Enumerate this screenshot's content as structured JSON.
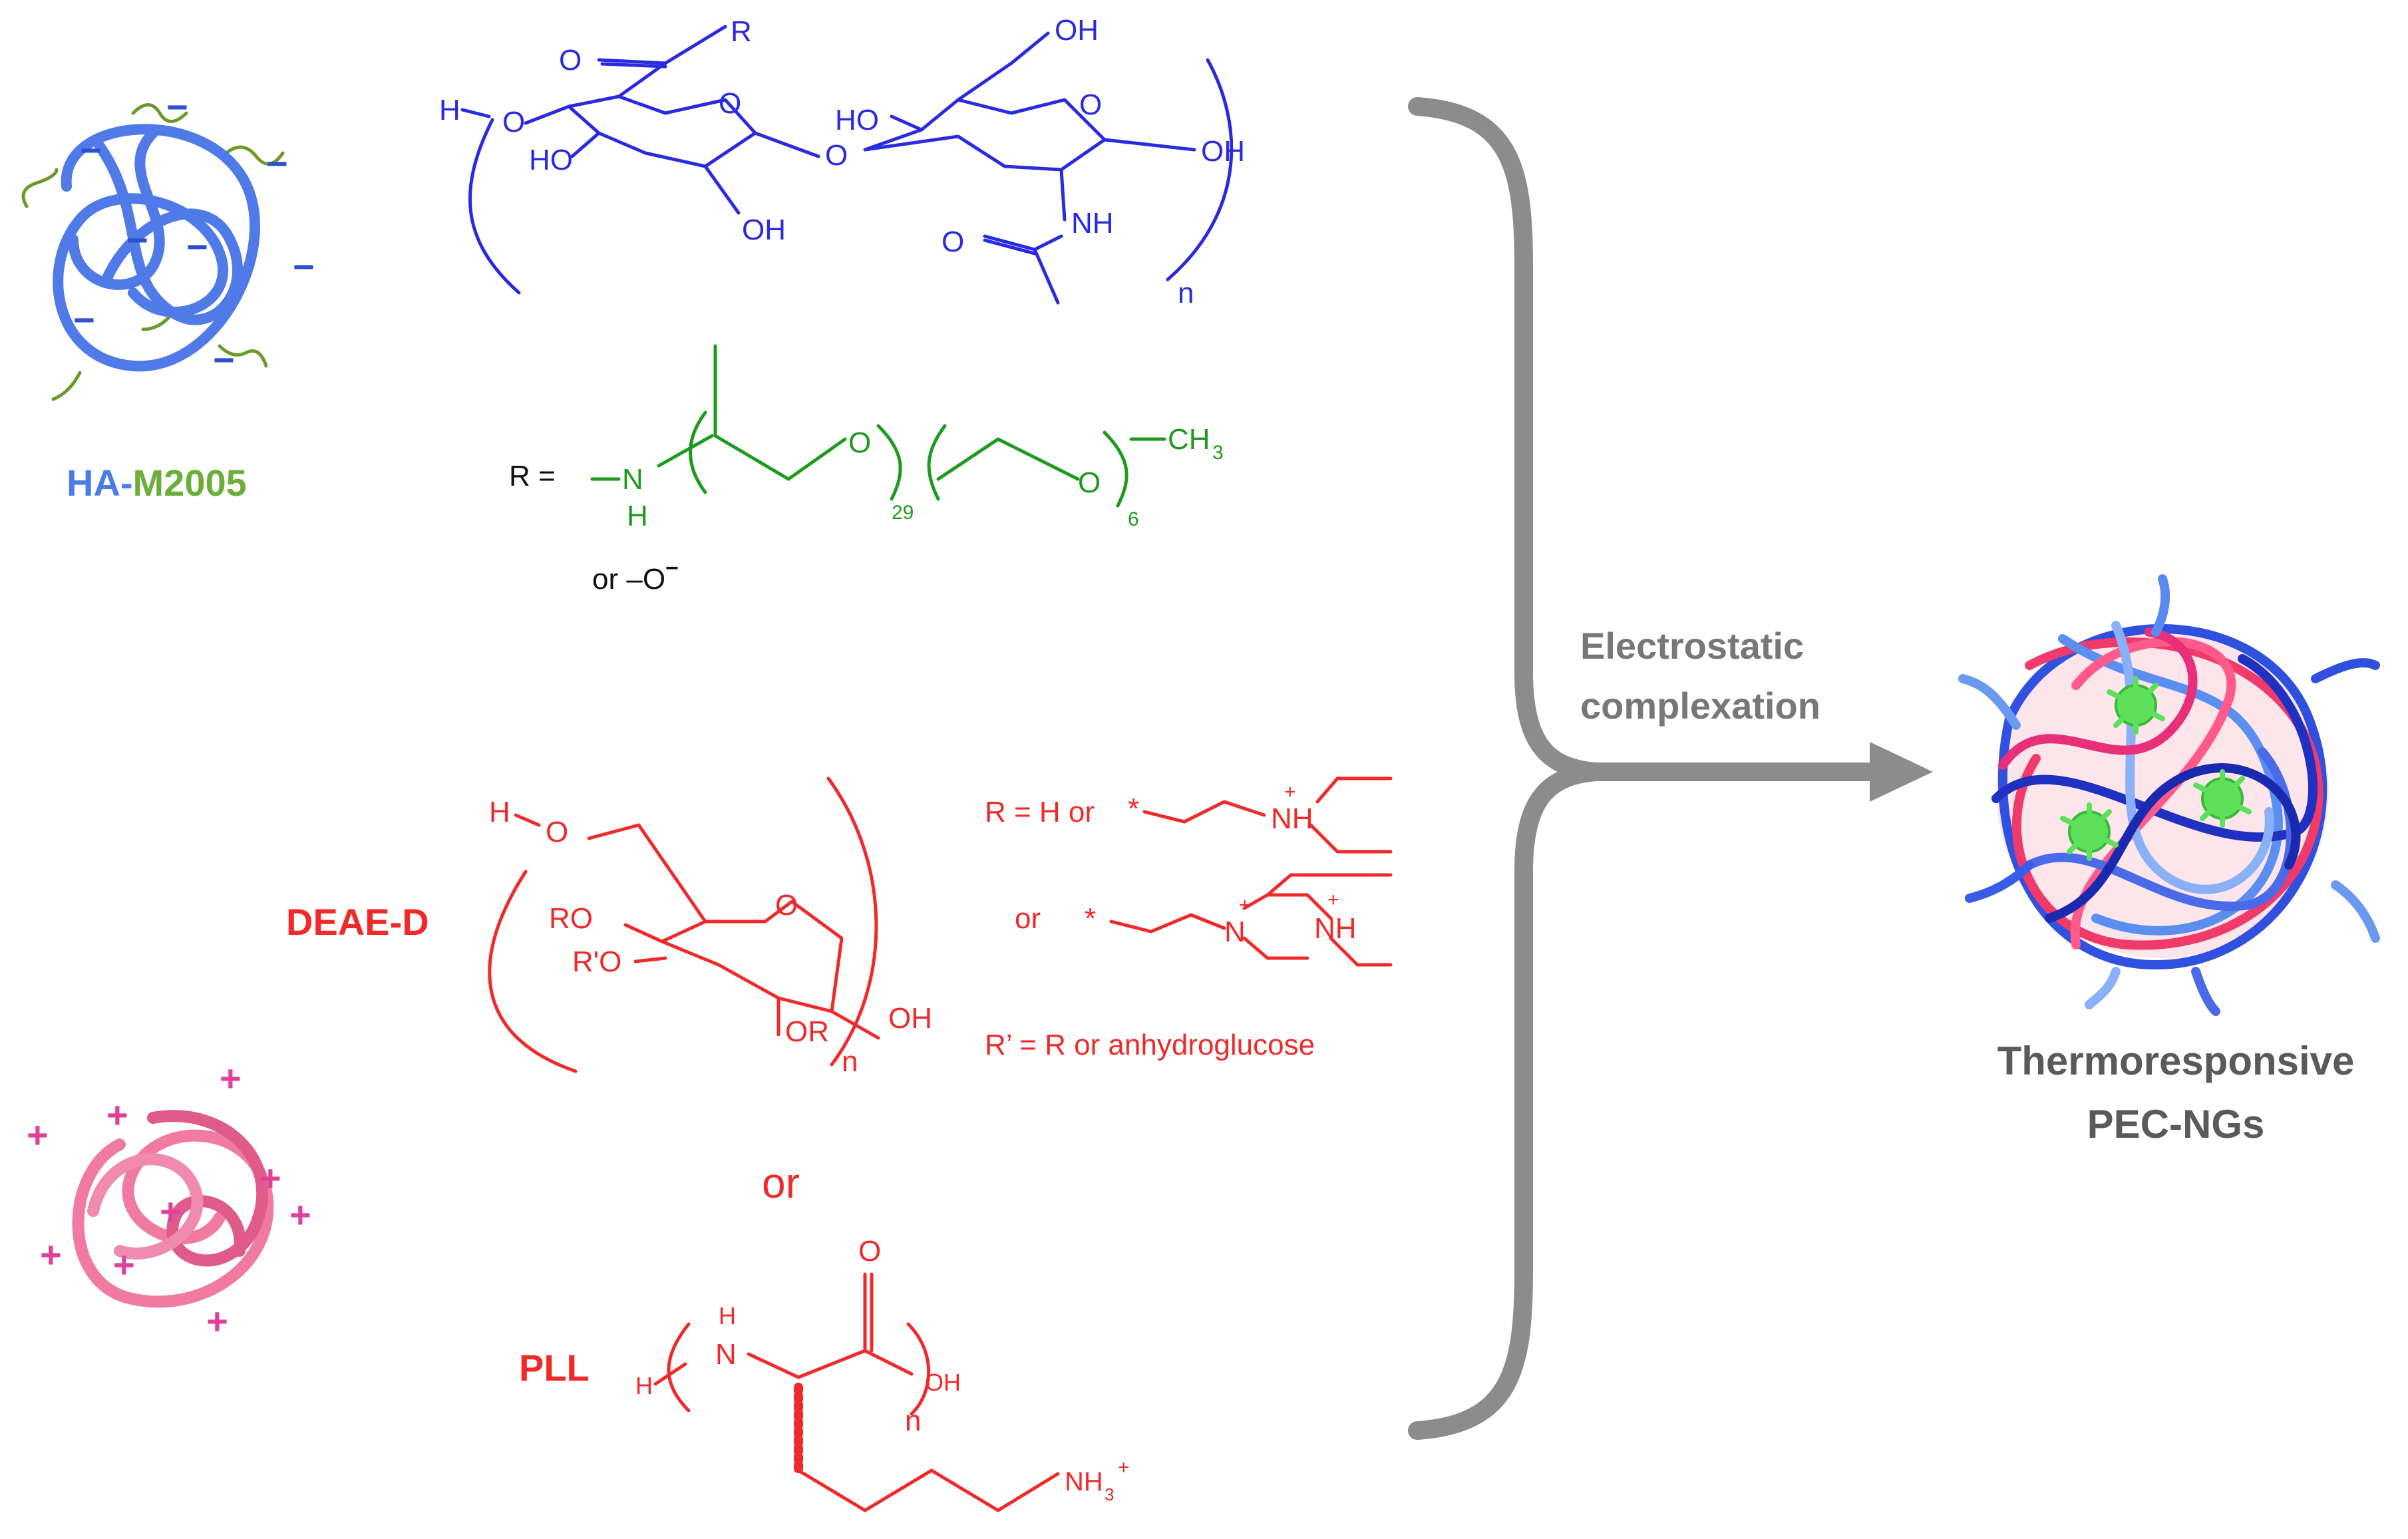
{
  "colors": {
    "ha_blue": "#2a2ae0",
    "ha_label_blue": "#4a7de8",
    "m2005_green": "#1f9a1f",
    "m2005_label_green": "#6cae3a",
    "dextran_red": "#f02a2a",
    "pll_red": "#f02a2a",
    "arrow_grey": "#8c8c8c",
    "charge_blue": "#2e4fd0",
    "charge_pink": "#e0409a",
    "coil_pink": "#f07aa0",
    "coil_blue": "#4f7ae8"
  },
  "labels": {
    "ha_part1": "HA-",
    "ha_part2": "M2005",
    "deae": "DEAE-D",
    "pll": "PLL",
    "or_between": "or",
    "process_line1": "Electrostatic",
    "process_line2": "complexation",
    "product_line1": "Thermoresponsive",
    "product_line2": "PEC-NGs"
  },
  "ha": {
    "R": "R",
    "O_carbonyl": "O",
    "H_end": "H",
    "O_link1": "O",
    "ring_O1": "O",
    "HO_1": "HO",
    "OH_1": "OH",
    "O_glyco": "O",
    "HO_2": "HO",
    "OH_top": "OH",
    "ring_O2": "O",
    "OH_end": "OH",
    "NH": "NH",
    "O_acetyl": "O",
    "n": "n"
  },
  "r_group": {
    "R_eq": "R =",
    "N": "N",
    "H": "H",
    "O1": "O",
    "sub29": "29",
    "O2": "O",
    "sub6": "6",
    "CH3": "CH",
    "CH3_sub": "3",
    "or_text": "or –O",
    "minus": "−"
  },
  "dextran": {
    "H": "H",
    "O_link": "O",
    "ring_O": "O",
    "RO": "RO",
    "RpO": "R'O",
    "OR": "OR",
    "OH": "OH",
    "n": "n",
    "r_def": "R = H or",
    "star1": "*",
    "NH1": "NH",
    "plus": "+",
    "or2": "or",
    "star2": "*",
    "N2": "N",
    "NH2": "NH",
    "rp_def": "R’ = R or  anhydroglucose"
  },
  "pll_struct": {
    "H": "H",
    "N": "N",
    "NH_H": "H",
    "O": "O",
    "OH": "OH",
    "n": "n",
    "NH3": "NH",
    "NH3_sub": "3",
    "NH3_plus": "+"
  },
  "charges": {
    "minus": "−",
    "plus": "+"
  }
}
